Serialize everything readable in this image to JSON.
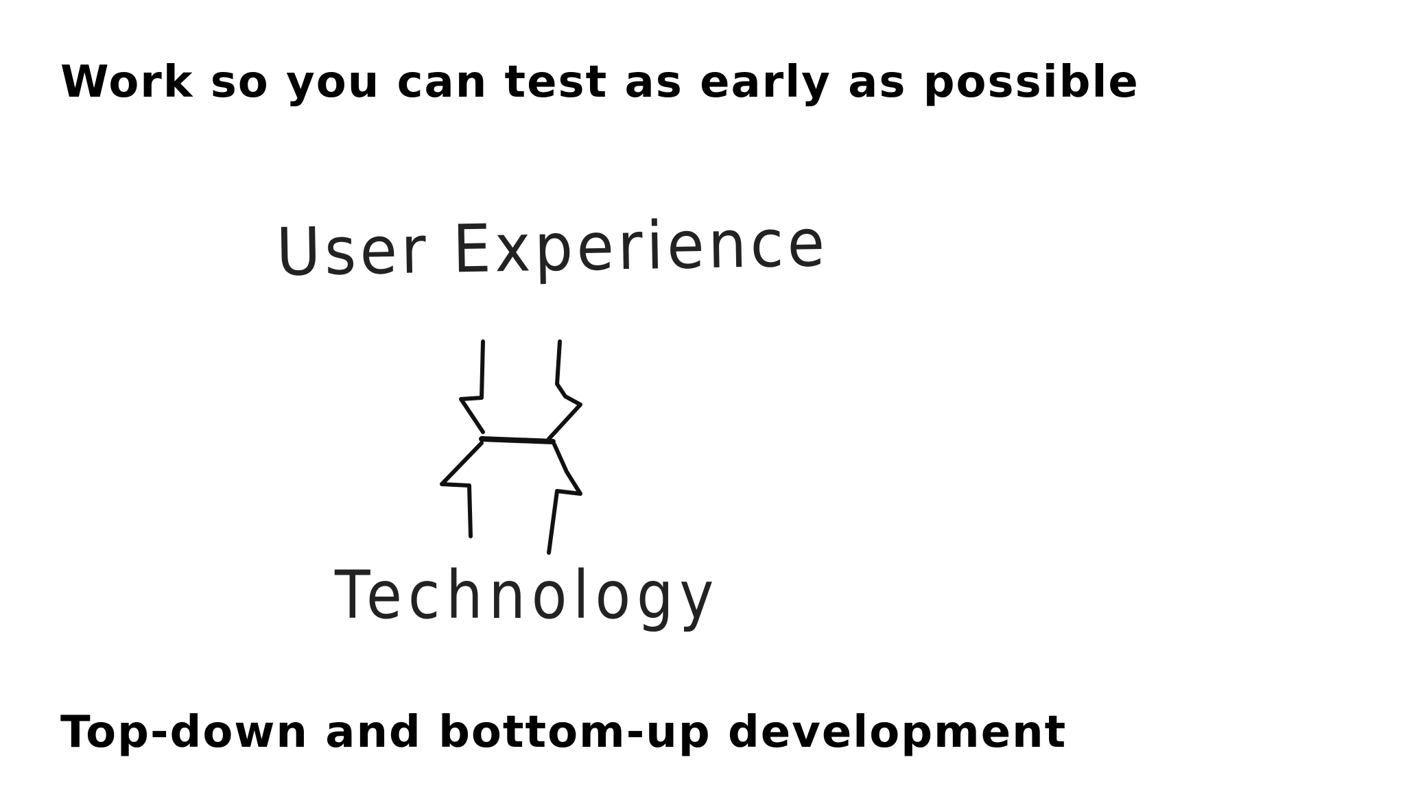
{
  "slide": {
    "title": "Work so you can test as early as possible",
    "subtitle": "Top-down and bottom-up development"
  },
  "diagram": {
    "top_label": "User Experience",
    "bottom_label": "Technology",
    "description_icon": "converging-arrows-icon"
  }
}
